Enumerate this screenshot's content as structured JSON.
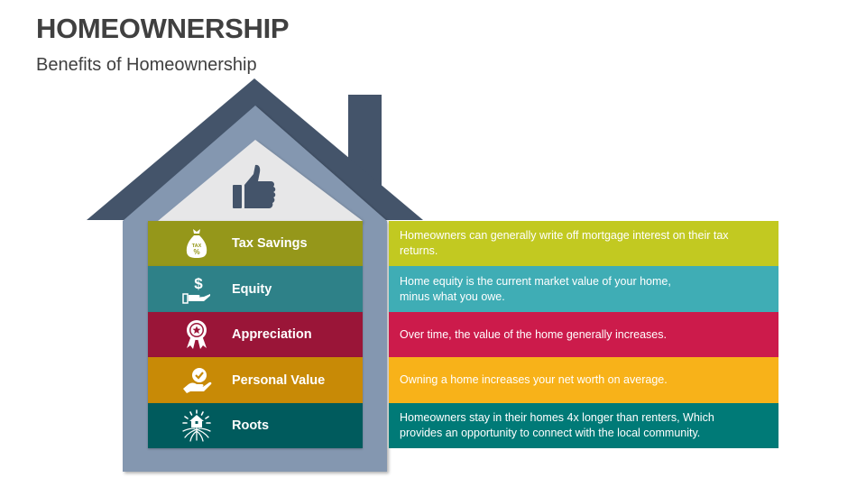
{
  "header": {
    "title": "HOMEOWNERSHIP",
    "subtitle": "Benefits of Homeownership"
  },
  "house": {
    "top_icon": "thumbs-up-icon",
    "colors": {
      "roof": "#44546a",
      "frame": "#8497b0",
      "attic": "#e7e7e8",
      "thumb": "#44546a"
    }
  },
  "benefits": [
    {
      "label": "Tax Savings",
      "icon": "money-bag-tax-icon",
      "description": "Homeowners can generally write off mortgage interest on their tax returns.",
      "left_color": "#95971a",
      "right_color": "#c2c921"
    },
    {
      "label": "Equity",
      "icon": "hand-dollar-icon",
      "description": "Home equity is the current market value of your home, minus what you owe.",
      "left_color": "#2e8188",
      "right_color": "#3fadb5"
    },
    {
      "label": "Appreciation",
      "icon": "award-ribbon-icon",
      "description": "Over time, the value of the home generally increases.",
      "left_color": "#9a1538",
      "right_color": "#cc1b4b"
    },
    {
      "label": "Personal Value",
      "icon": "hand-check-icon",
      "description": "Owning a home increases your net worth on average.",
      "left_color": "#c88a06",
      "right_color": "#f8b219"
    },
    {
      "label": "Roots",
      "icon": "house-roots-icon",
      "description": "Homeowners stay in their homes 4x longer than renters, Which provides an opportunity to connect with the local community.",
      "left_color": "#005b5d",
      "right_color": "#007a77"
    }
  ]
}
